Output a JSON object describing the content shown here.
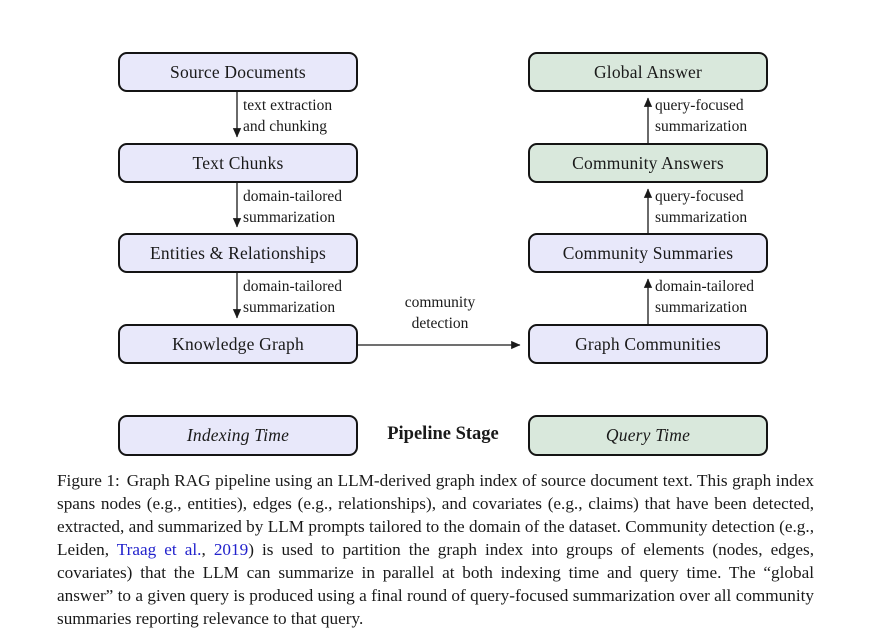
{
  "colors": {
    "indexing_fill": "#e8e8fa",
    "query_fill": "#d9e8dc",
    "border": "#141414",
    "link": "#2222cc"
  },
  "diagram": {
    "left_nodes": [
      {
        "label": "Source Documents"
      },
      {
        "label": "Text Chunks"
      },
      {
        "label": "Entities & Relationships"
      },
      {
        "label": "Knowledge Graph"
      }
    ],
    "right_nodes": [
      {
        "label": "Global Answer"
      },
      {
        "label": "Community Answers"
      },
      {
        "label": "Community Summaries"
      },
      {
        "label": "Graph Communities"
      }
    ],
    "left_edge_labels": [
      {
        "line1": "text extraction",
        "line2": "and chunking"
      },
      {
        "line1": "domain-tailored",
        "line2": "summarization"
      },
      {
        "line1": "domain-tailored",
        "line2": "summarization"
      }
    ],
    "center_edge_label": {
      "line1": "community",
      "line2": "detection"
    },
    "right_edge_labels": [
      {
        "line1": "query-focused",
        "line2": "summarization"
      },
      {
        "line1": "query-focused",
        "line2": "summarization"
      },
      {
        "line1": "domain-tailored",
        "line2": "summarization"
      }
    ],
    "legend": {
      "indexing_label": "Indexing Time",
      "stage_label": "Pipeline Stage",
      "query_label": "Query Time"
    }
  },
  "caption": {
    "label": "Figure 1:",
    "before_link": "Graph RAG pipeline using an LLM-derived graph index of source document text. This graph index spans nodes (e.g., entities), edges (e.g., relationships), and covariates (e.g., claims) that have been detected, extracted, and summarized by LLM prompts tailored to the domain of the dataset. Community detection (e.g., Leiden, ",
    "link_citation": "Traag et al.",
    "between_links": ", ",
    "link_year": "2019",
    "after_link": ") is used to partition the graph index into groups of elements (nodes, edges, covariates) that the LLM can summarize in parallel at both indexing time and query time. The “global answer” to a given query is produced using a final round of query-focused summarization over all community summaries reporting relevance to that query."
  }
}
